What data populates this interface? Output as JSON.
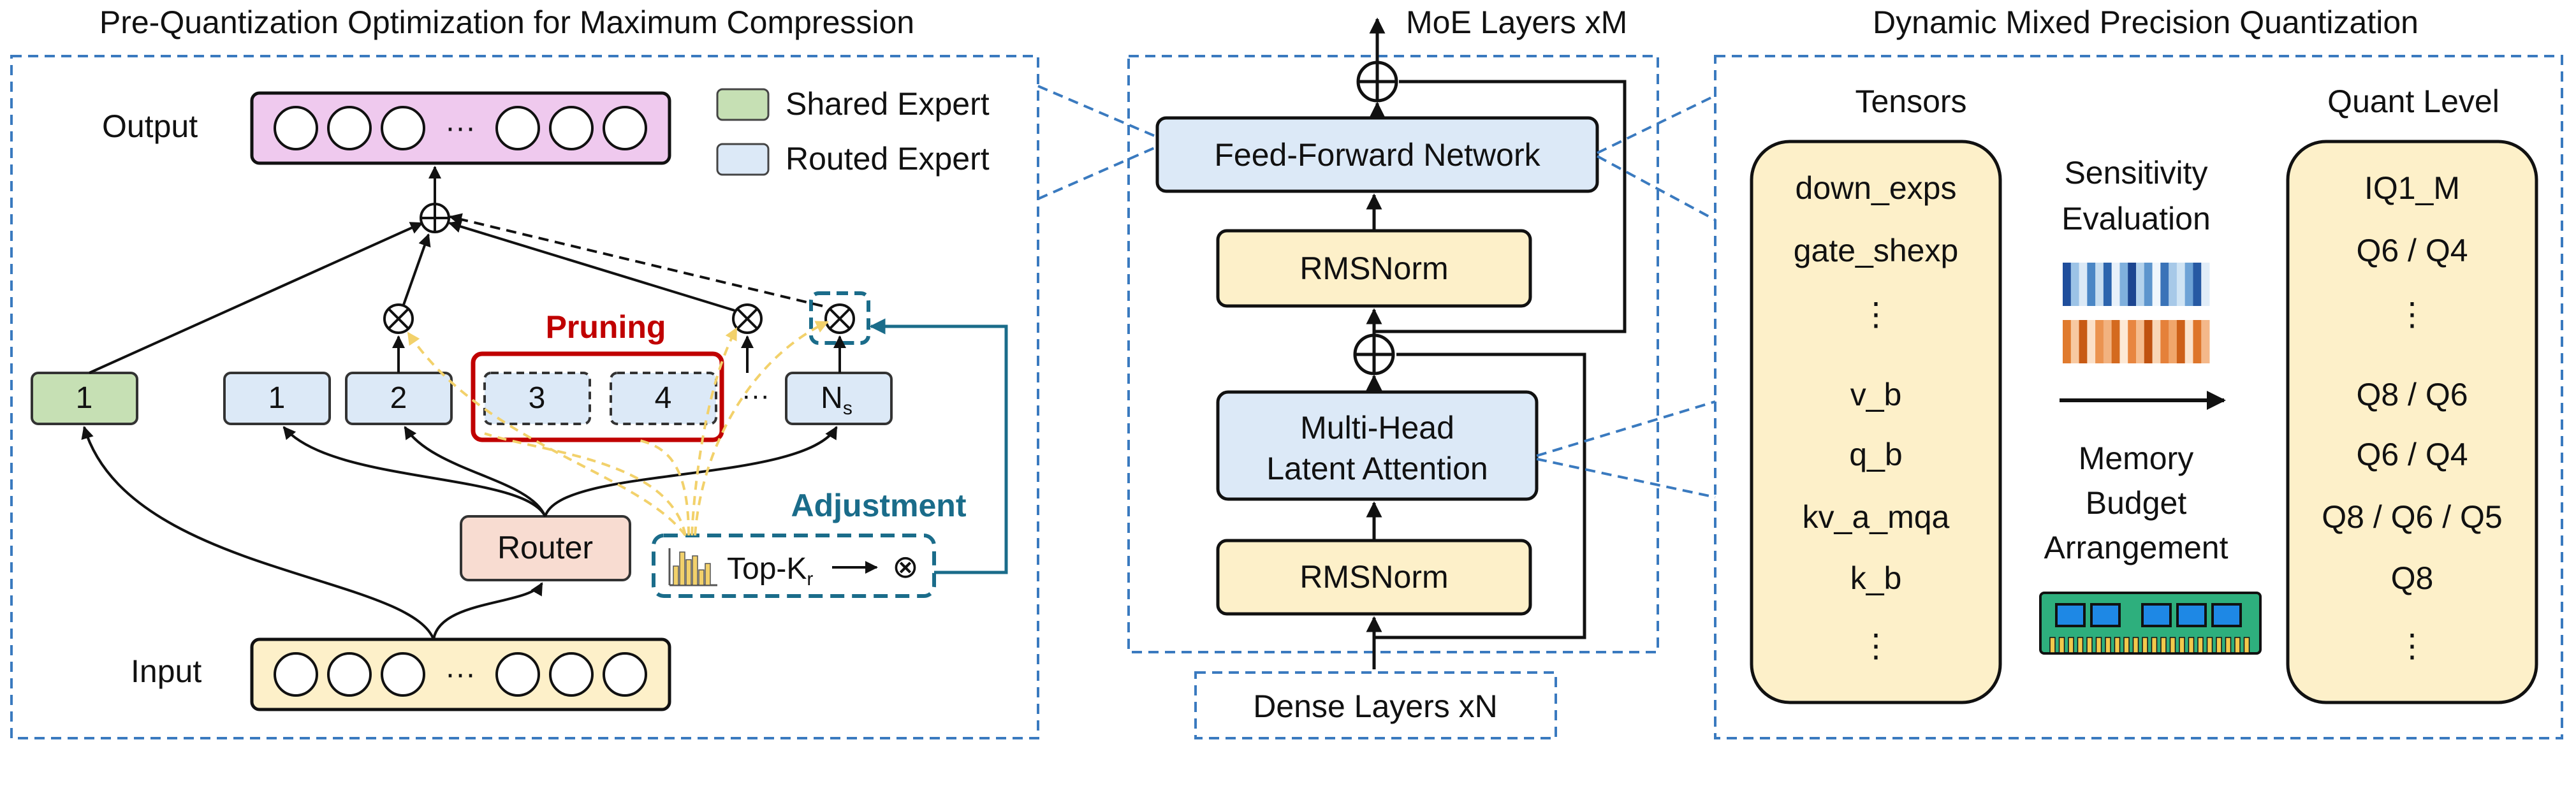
{
  "left_panel": {
    "title": "Pre-Quantization Optimization for Maximum Compression",
    "output_label": "Output",
    "input_label": "Input",
    "ellipsis": "···",
    "legend": {
      "shared": "Shared Expert",
      "routed": "Routed Expert"
    },
    "shared_expert": "1",
    "routed_experts": [
      "1",
      "2",
      "3",
      "4"
    ],
    "routed_ellipsis": "···",
    "last_expert_main": "N",
    "last_expert_sub": "s",
    "pruning_label": "Pruning",
    "adjustment_label": "Adjustment",
    "router_label": "Router",
    "topk_main": "Top-K",
    "topk_sub": "r",
    "multiply_symbol": "⊗"
  },
  "middle_panel": {
    "moe_label": "MoE Layers xM",
    "ffn_label": "Feed-Forward Network",
    "rmsnorm_top": "RMSNorm",
    "mla_line1": "Multi-Head",
    "mla_line2": "Latent Attention",
    "rmsnorm_bottom": "RMSNorm",
    "dense_label": "Dense Layers xN"
  },
  "right_panel": {
    "title": "Dynamic Mixed Precision Quantization",
    "tensors_header": "Tensors",
    "tensors": [
      "down_exps",
      "gate_shexp",
      "⋮",
      "v_b",
      "q_b",
      "kv_a_mqa",
      "k_b",
      "⋮"
    ],
    "sensitivity_line1": "Sensitivity",
    "sensitivity_line2": "Evaluation",
    "memory_line1": "Memory",
    "memory_line2": "Budget",
    "memory_line3": "Arrangement",
    "quant_header": "Quant Level",
    "quant_levels": [
      "IQ1_M",
      "Q6 / Q4",
      "⋮",
      "Q8 / Q6",
      "Q6 / Q4",
      "Q8 / Q6 / Q5",
      "Q8",
      "⋮"
    ]
  },
  "colors": {
    "border_dash": "#3a7abf",
    "shared_green": "#c6e0b4",
    "routed_blue": "#dce9f7",
    "output_pink": "#efc9ee",
    "input_yellow": "#fdf0c9",
    "router_peach": "#f8dcd1",
    "pruning_red": "#c00000",
    "adjustment_teal": "#1a6c8a",
    "yellow_dash": "#f2d16b"
  }
}
